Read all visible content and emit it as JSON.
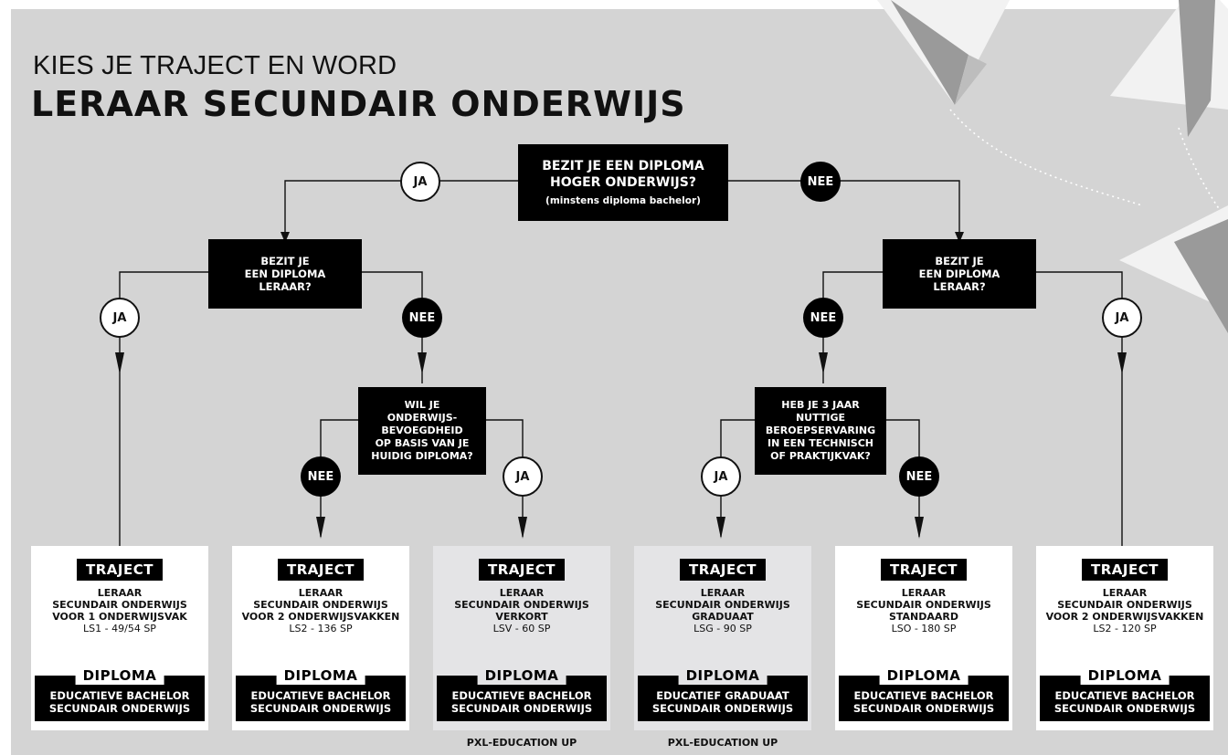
{
  "header": {
    "line1": "KIES JE TRAJECT EN WORD",
    "line2": "LERAAR SECUNDAIR ONDERWIJS"
  },
  "questions": {
    "q1": {
      "line1": "BEZIT JE EEN DIPLOMA",
      "line2": "HOGER ONDERWIJS?",
      "note": "(minstens diploma bachelor)"
    },
    "q2_left": {
      "lines": [
        "BEZIT JE",
        "EEN DIPLOMA",
        "LERAAR?"
      ]
    },
    "q2_right": {
      "lines": [
        "BEZIT JE",
        "EEN DIPLOMA",
        "LERAAR?"
      ]
    },
    "q3_left": {
      "lines": [
        "WIL JE",
        "ONDERWIJS-",
        "BEVOEGDHEID",
        "OP BASIS VAN JE",
        "HUIDIG DIPLOMA?"
      ]
    },
    "q3_right": {
      "lines": [
        "HEB JE 3 JAAR",
        "NUTTIGE",
        "BEROEPSERVARING",
        "IN EEN TECHNISCH",
        "OF PRAKTIJKVAK?"
      ]
    }
  },
  "answers": {
    "yes": "JA",
    "no": "NEE"
  },
  "cards": [
    {
      "tag": "TRAJECT",
      "desc": [
        "LERAAR",
        "SECUNDAIR ONDERWIJS",
        "VOOR 1 ONDERWIJSVAK"
      ],
      "code": "LS1 - 49/54 SP",
      "diploma_tag": "DIPLOMA",
      "diploma": [
        "EDUCATIEVE BACHELOR",
        "SECUNDAIR ONDERWIJS"
      ]
    },
    {
      "tag": "TRAJECT",
      "desc": [
        "LERAAR",
        "SECUNDAIR ONDERWIJS",
        "VOOR 2 ONDERWIJSVAKKEN"
      ],
      "code": "LS2 - 136 SP",
      "diploma_tag": "DIPLOMA",
      "diploma": [
        "EDUCATIEVE BACHELOR",
        "SECUNDAIR ONDERWIJS"
      ]
    },
    {
      "tag": "TRAJECT",
      "desc": [
        "LERAAR",
        "SECUNDAIR ONDERWIJS",
        "VERKORT"
      ],
      "code": "LSV - 60 SP",
      "diploma_tag": "DIPLOMA",
      "diploma": [
        "EDUCATIEVE BACHELOR",
        "SECUNDAIR ONDERWIJS"
      ]
    },
    {
      "tag": "TRAJECT",
      "desc": [
        "LERAAR",
        "SECUNDAIR ONDERWIJS",
        "GRADUAAT"
      ],
      "code": "LSG - 90 SP",
      "diploma_tag": "DIPLOMA",
      "diploma": [
        "EDUCATIEF GRADUAAT",
        "SECUNDAIR ONDERWIJS"
      ]
    },
    {
      "tag": "TRAJECT",
      "desc": [
        "LERAAR",
        "SECUNDAIR ONDERWIJS",
        "STANDAARD"
      ],
      "code": "LSO - 180 SP",
      "diploma_tag": "DIPLOMA",
      "diploma": [
        "EDUCATIEVE BACHELOR",
        "SECUNDAIR ONDERWIJS"
      ]
    },
    {
      "tag": "TRAJECT",
      "desc": [
        "LERAAR",
        "SECUNDAIR ONDERWIJS",
        "VOOR 2 ONDERWIJSVAKKEN"
      ],
      "code": "LS2 - 120 SP",
      "diploma_tag": "DIPLOMA",
      "diploma": [
        "EDUCATIEVE BACHELOR",
        "SECUNDAIR ONDERWIJS"
      ]
    }
  ],
  "footnotes": {
    "card3": "PXL-EDUCATION UP",
    "card4": "PXL-EDUCATION UP"
  },
  "colors": {
    "background": "#d4d4d4",
    "box": "#000000",
    "card": "#ffffff",
    "card_highlight": "#e4e4e6"
  }
}
